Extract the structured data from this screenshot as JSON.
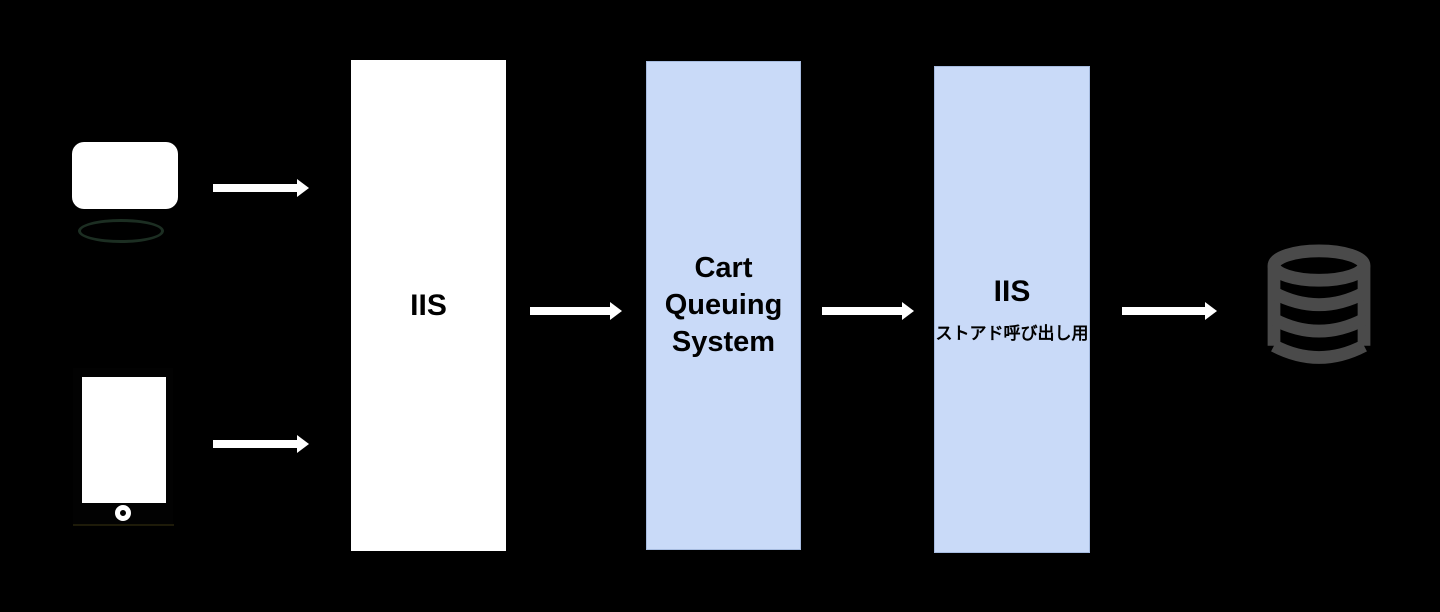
{
  "colors": {
    "background": "#000000",
    "node_white_bg": "#ffffff",
    "node_blue_bg": "#c9daf8",
    "node_blue_border": "#a7bce0",
    "node_text": "#000000",
    "arrow": "#ffffff",
    "device_screen": "#ffffff",
    "monitor_base_outline": "#1c2e22",
    "database_icon": "#4a4a4a"
  },
  "diagram": {
    "clients": {
      "desktop": {
        "icon": "desktop-computer-icon"
      },
      "tablet": {
        "icon": "tablet-icon"
      }
    },
    "nodes": {
      "iis_front": {
        "label": "IIS"
      },
      "cart_queuing": {
        "line1": "Cart",
        "line2": "Queuing",
        "line3": "System"
      },
      "iis_stored": {
        "label": "IIS",
        "sublabel": "ストアド呼び出し用"
      }
    },
    "datastore": {
      "icon": "database-icon"
    },
    "arrows": [
      {
        "from": "desktop",
        "to": "iis_front"
      },
      {
        "from": "tablet",
        "to": "iis_front"
      },
      {
        "from": "iis_front",
        "to": "cart_queuing"
      },
      {
        "from": "cart_queuing",
        "to": "iis_stored"
      },
      {
        "from": "iis_stored",
        "to": "database"
      }
    ]
  }
}
